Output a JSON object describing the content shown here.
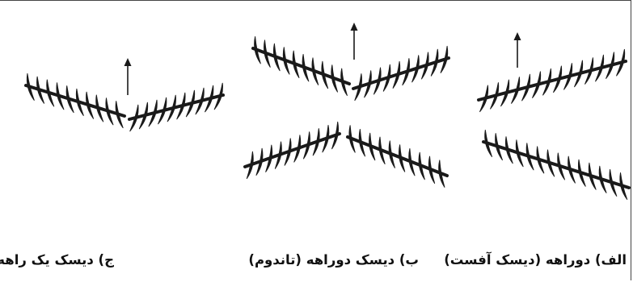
{
  "captions": {
    "a": "الف) دوراهه (دیسک آفست)",
    "b": "ب) دیسک دوراهه (تاندوم)",
    "c": "ج) دیسک یک راهه"
  },
  "colors": {
    "ink": "#1a1a1a",
    "frame": "#444444",
    "background": "#ffffff"
  },
  "icons": {
    "direction": "up-arrow-icon",
    "disc": "disc-blade-icon"
  }
}
